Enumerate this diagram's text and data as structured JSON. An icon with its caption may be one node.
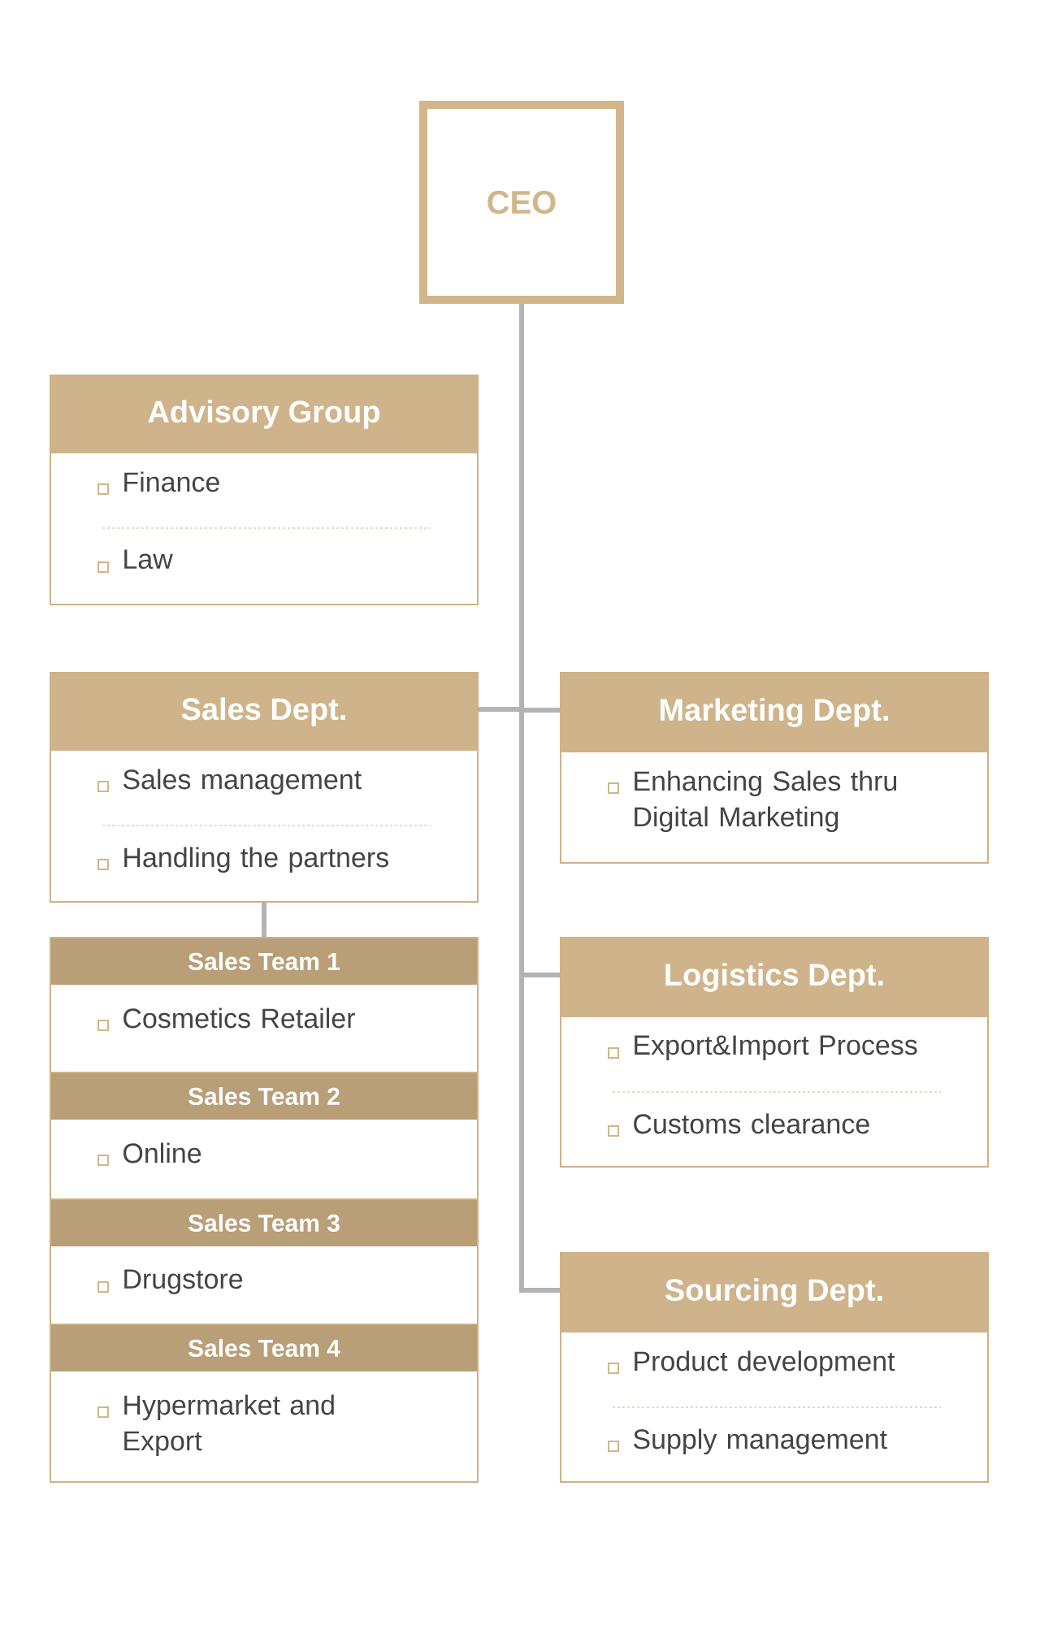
{
  "diagram": {
    "nodes": [
      {
        "text": [
          "CEO"
        ]
      },
      {
        "text": [
          "Advisory Group",
          "Finance",
          "Law"
        ]
      },
      {
        "text": [
          "Sales Dept.",
          "Sales management",
          "Handling the partners"
        ]
      },
      {
        "text": [
          "Marketing Dept.",
          "Enhancing Sales thru Digital Marketing"
        ]
      },
      {
        "text": [
          "Logistics Dept.",
          "Export&Import Process",
          "Customs clearance"
        ]
      },
      {
        "text": [
          "Sourcing Dept.",
          "Product development",
          "Supply management"
        ]
      },
      {
        "text": [
          "Sales Team 1",
          "Cosmetics Retailer"
        ]
      },
      {
        "text": [
          "Sales Team 2",
          "Online"
        ]
      },
      {
        "text": [
          "Sales Team 3",
          "Drugstore"
        ]
      },
      {
        "text": [
          "Sales Team 4",
          "Hypermarket and Export"
        ]
      }
    ],
    "edges": [
      {
        "from": 0,
        "to": 2,
        "arrow": "none"
      },
      {
        "from": 0,
        "to": 3,
        "arrow": "none"
      },
      {
        "from": 0,
        "to": 4,
        "arrow": "none"
      },
      {
        "from": 0,
        "to": 5,
        "arrow": "none"
      },
      {
        "from": 2,
        "to": 6,
        "arrow": "none"
      }
    ]
  }
}
